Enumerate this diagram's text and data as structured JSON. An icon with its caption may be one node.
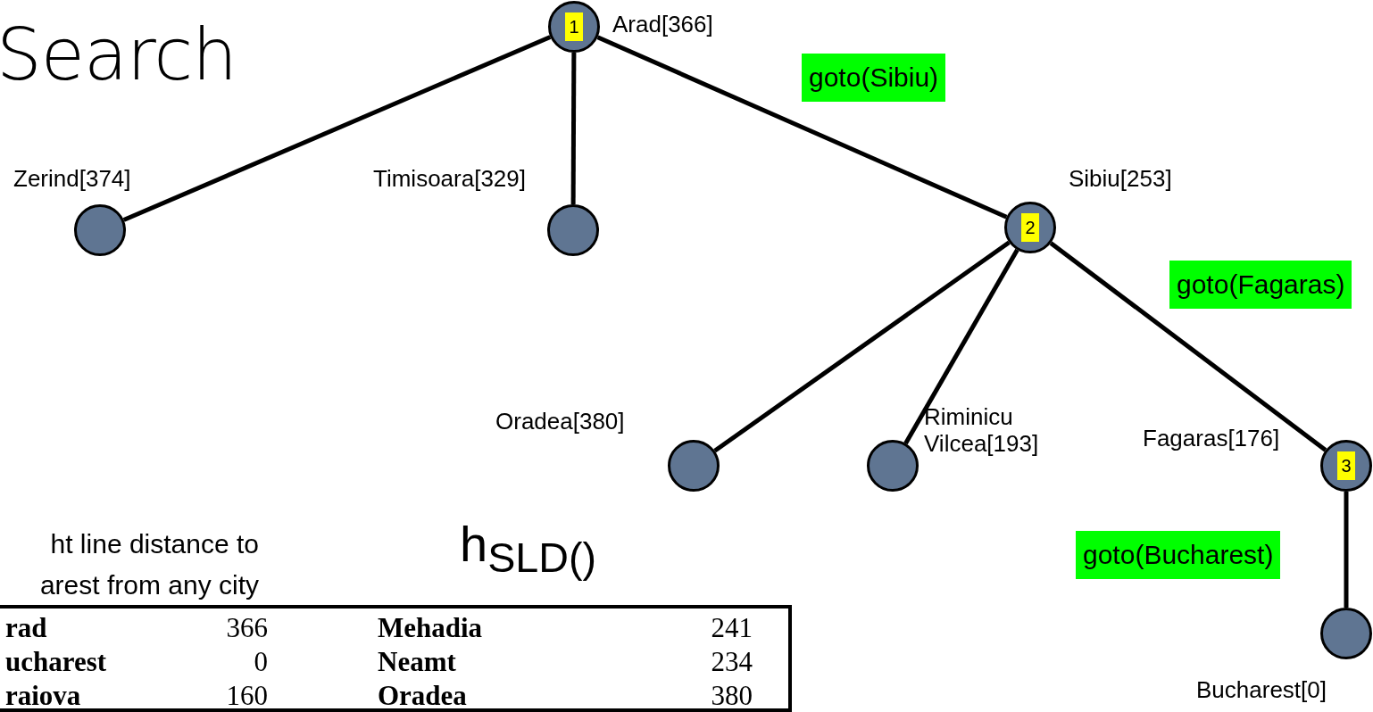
{
  "diagram": {
    "title": "Search",
    "nodes": [
      {
        "text": [
          "1"
        ],
        "beside": [
          "Arad[366]"
        ]
      },
      {
        "text": [],
        "shape": "circle",
        "beside": [
          "Zerind[374]"
        ]
      },
      {
        "text": [],
        "shape": "circle",
        "beside": [
          "Timisoara[329]"
        ]
      },
      {
        "text": [
          "2"
        ],
        "beside": [
          "Sibiu[253]"
        ]
      },
      {
        "text": [],
        "shape": "circle",
        "beside": [
          "Oradea[380]"
        ]
      },
      {
        "text": [],
        "shape": "circle",
        "beside": [
          "Riminicu Vilcea[193]"
        ]
      },
      {
        "text": [
          "3"
        ],
        "beside": [
          "Fagaras[176]"
        ]
      },
      {
        "text": [],
        "shape": "circle",
        "beside": [
          "Bucharest[0]"
        ]
      }
    ],
    "edges": [
      {
        "from": 0,
        "to": 1,
        "arrow": "none"
      },
      {
        "from": 0,
        "to": 2,
        "arrow": "none"
      },
      {
        "from": 0,
        "to": 3,
        "arrow": "none"
      },
      {
        "from": 3,
        "to": 4,
        "arrow": "none"
      },
      {
        "from": 3,
        "to": 5,
        "arrow": "none"
      },
      {
        "from": 3,
        "to": 6,
        "arrow": "none"
      },
      {
        "from": 6,
        "to": 7,
        "arrow": "none"
      }
    ],
    "labels": [
      "goto(Sibiu)",
      "goto(Fagaras)",
      "ht line distance to arest from any city",
      "h$_{SLD()}$",
      "goto(Bucharest)",
      "rad",
      "366",
      "Mehadia",
      "241",
      "ucharest",
      "0",
      "Neamt",
      "234",
      "raiova",
      "160",
      "Oradea",
      "380"
    ]
  }
}
